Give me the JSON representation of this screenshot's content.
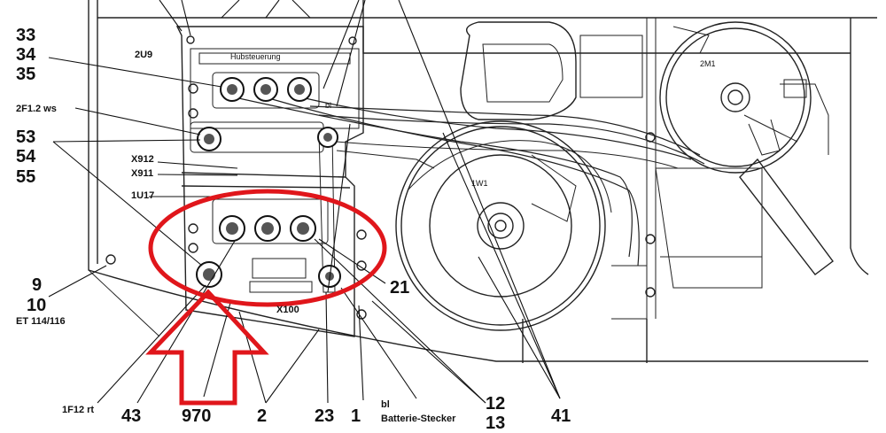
{
  "labels": {
    "n33": "33",
    "n34": "34",
    "n35": "35",
    "n2u9": "2U9",
    "n2f12ws": "2F1.2 ws",
    "n53": "53",
    "n54": "54",
    "n55": "55",
    "x912": "X912",
    "x911": "X911",
    "n1u17": "1U17",
    "n9": "9",
    "n10": "10",
    "et": "ET 114/116",
    "x100": "X100",
    "n21": "21",
    "n1f12rt": "1F12 rt",
    "n43": "43",
    "n970": "970",
    "n2": "2",
    "n23": "23",
    "n1": "1",
    "bl": "bl",
    "batterie": "Batterie-Stecker",
    "n12": "12",
    "n13": "13",
    "n41": "41",
    "n1w1": "1W1",
    "n2m1": "2M1",
    "panel_title": "Hubsteuerung",
    "bl_small": "bl"
  },
  "colors": {
    "line": "#1a1a1a",
    "highlight": "#e0161b"
  }
}
